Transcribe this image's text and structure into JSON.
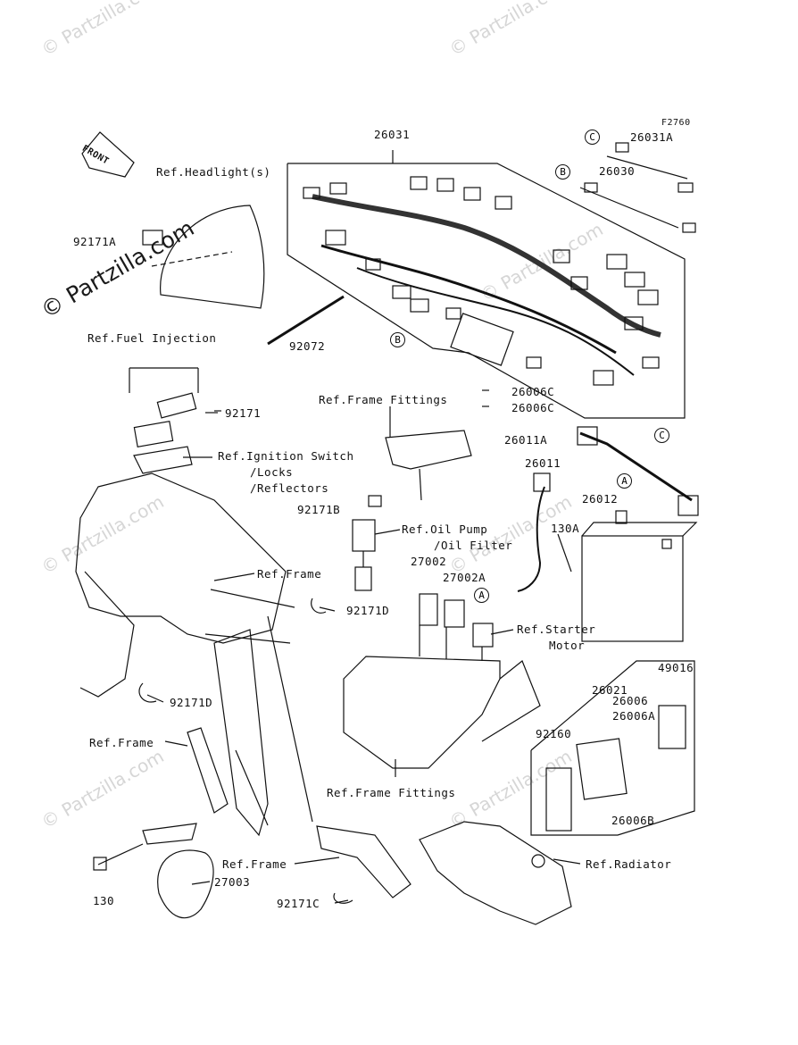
{
  "figure_code": "F2760",
  "watermark": "© Partzilla.com",
  "front_label": "FRONT",
  "labels": {
    "l26031": "26031",
    "l26031A": "26031A",
    "l26030": "26030",
    "l92171A": "92171A",
    "l92072": "92072",
    "l92171": "92171",
    "l26006C_1": "26006C",
    "l26006C_2": "26006C",
    "l26011A": "26011A",
    "l26011": "26011",
    "l26012": "26012",
    "l130A": "130A",
    "l92171B": "92171B",
    "l27002": "27002",
    "l27002A": "27002A",
    "l92171D_1": "92171D",
    "l92171D_2": "92171D",
    "l26021": "26021",
    "l49016": "49016",
    "l26006": "26006",
    "l26006A": "26006A",
    "l92160": "92160",
    "l26006B": "26006B",
    "l130": "130",
    "l27003": "27003",
    "l92171C": "92171C"
  },
  "refs": {
    "headlight": "Ref.Headlight(s)",
    "fuel_injection": "Ref.Fuel Injection",
    "frame_fittings_top": "Ref.Frame Fittings",
    "ignition_1": "Ref.Ignition Switch",
    "ignition_2": "/Locks",
    "ignition_3": "/Reflectors",
    "oil_1": "Ref.Oil Pump",
    "oil_2": "/Oil Filter",
    "frame_1": "Ref.Frame",
    "starter_1": "Ref.Starter",
    "starter_2": "Motor",
    "frame_2": "Ref.Frame",
    "frame_fittings_bottom": "Ref.Frame Fittings",
    "frame_3": "Ref.Frame",
    "radiator": "Ref.Radiator"
  },
  "callouts": {
    "c_top": "C",
    "b_top": "B",
    "b_mid": "B",
    "c_mid": "C",
    "a_top": "A",
    "a_mid": "A"
  }
}
